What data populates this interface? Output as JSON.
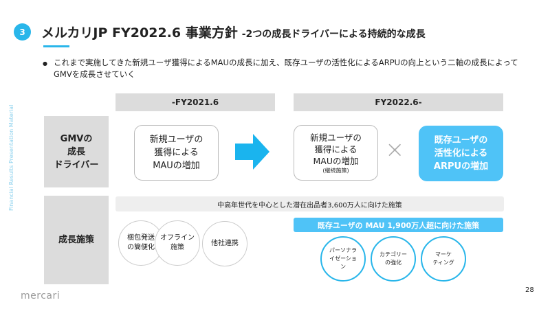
{
  "header": {
    "section_number": "3",
    "title": "メルカリJP FY2022.6 事業方針",
    "subtitle": "-2つの成長ドライバーによる持続的な成長"
  },
  "bullet": {
    "marker": "●",
    "text": "これまで実施してきた新規ユーザ獲得によるMAUの成長に加え、既存ユーザの活性化によるARPUの向上という二軸の成長によってGMVを成長させていく"
  },
  "side_label": "Financial Results Presentation Material",
  "columns": {
    "past": "-FY2021.6",
    "future": "FY2022.6-"
  },
  "rows": {
    "drivers": "GMVの\n成長\nドライバー",
    "measures": "成長施策"
  },
  "drivers": {
    "past_box": [
      "新規ユーザの",
      "獲得による",
      "MAUの増加"
    ],
    "future_box": [
      "新規ユーザの",
      "獲得による",
      "MAUの増加"
    ],
    "future_box_note": "(継続施策)",
    "times": "×",
    "new_box": [
      "既存ユーザの",
      "活性化による",
      "ARPUの増加"
    ]
  },
  "measures": {
    "bar_gray": "中高年世代を中心とした潜在出品者3,600万人に向けた施策",
    "gray_circles": [
      [
        "梱包発送",
        "の簡便化"
      ],
      [
        "オフライン",
        "施策"
      ],
      [
        "他社連携"
      ]
    ],
    "bar_blue": "既存ユーザの MAU 1,900万人超に向けた施策",
    "blue_circles": [
      [
        "パーソナラ",
        "イゼーショ",
        "ン"
      ],
      [
        "カテゴリー",
        "の強化"
      ],
      [
        "マーケ",
        "ティング"
      ]
    ]
  },
  "footer": {
    "logo": "mercari",
    "page": "28"
  },
  "colors": {
    "accent": "#29b6ea",
    "light_blue": "#4fc3f7",
    "gray": "#dcdcdc"
  }
}
